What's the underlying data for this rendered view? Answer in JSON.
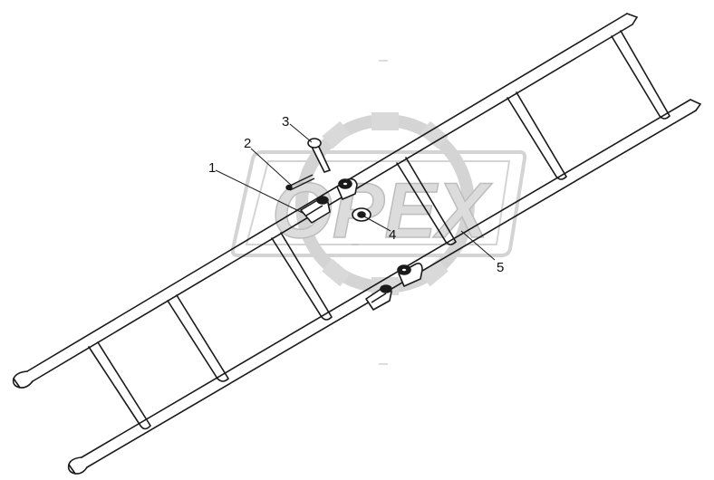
{
  "diagram": {
    "callouts": [
      {
        "id": "1",
        "label": "1"
      },
      {
        "id": "2",
        "label": "2"
      },
      {
        "id": "3",
        "label": "3"
      },
      {
        "id": "4",
        "label": "4"
      },
      {
        "id": "5",
        "label": "5"
      }
    ],
    "watermark": {
      "text": "OPEX",
      "color": "#d9d9d9"
    },
    "colors": {
      "line": "#1a1a1a",
      "watermark": "#d9d9d9"
    }
  }
}
